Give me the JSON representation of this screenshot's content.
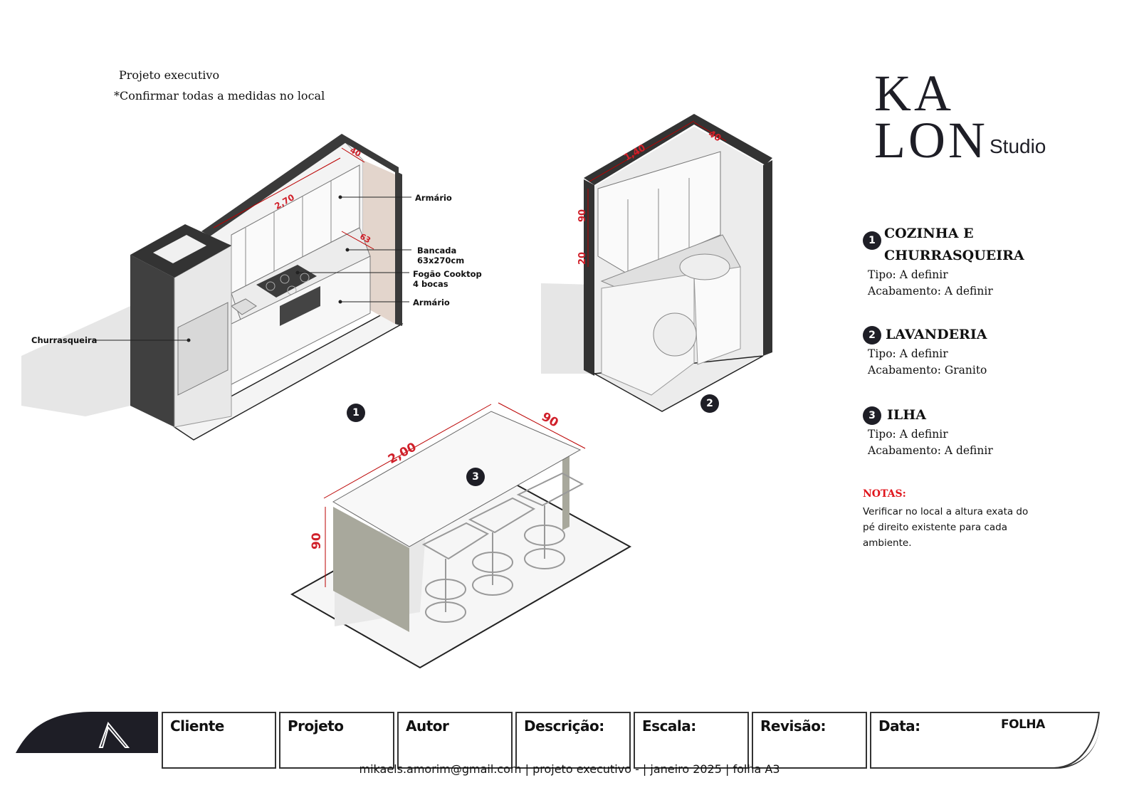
{
  "header": {
    "line1": "Projeto executivo",
    "line2": "*Confirmar todas a medidas no local"
  },
  "logo": {
    "line1": "KA",
    "line2": "LON",
    "sub": "Studio"
  },
  "sections": [
    {
      "number": "1",
      "title_line1": "COZINHA E",
      "title_line2": "CHURRASQUEIRA",
      "tipo": "Tipo: A definir",
      "acabamento": "Acabamento: A definir"
    },
    {
      "number": "2",
      "title_line1": "LAVANDERIA",
      "tipo": "Tipo: A definir",
      "acabamento": "Acabamento: Granito"
    },
    {
      "number": "3",
      "title_line1": "ILHA",
      "tipo": "Tipo: A definir",
      "acabamento": "Acabamento: A definir"
    }
  ],
  "notes": {
    "title": "NOTAS:",
    "text": "Verificar no local a altura exata do pé direito existente para cada ambiente."
  },
  "drawing1": {
    "badge": "1",
    "labels": {
      "armario_top": "Armário",
      "bancada_1": "Bancada",
      "bancada_2": "63x270cm",
      "fogao_1": "Fogão Cooktop",
      "fogao_2": "4 bocas",
      "armario_bottom": "Armário",
      "churrasqueira": "Churrasqueira"
    },
    "dims": {
      "length": "2,70",
      "depth_top": "40",
      "depth_counter": "63"
    }
  },
  "drawing2": {
    "badge": "2",
    "dims": {
      "length": "1,40",
      "depth": "40",
      "height_cab": "90",
      "gap": "20"
    }
  },
  "drawing3": {
    "badge": "3",
    "dims": {
      "length": "2,00",
      "depth": "90",
      "height": "90"
    }
  },
  "title_block": {
    "cells": [
      "Cliente",
      "Projeto",
      "Autor",
      "Descrição:",
      "Escala:",
      "Revisão:",
      "Data:"
    ],
    "folha": "FOLHA"
  },
  "footer": "mikaels.amorim@gmail.com | projeto executivo -  | janeiro 2025 | folha A3",
  "colors": {
    "accent_red": "#e0161d",
    "dark": "#1e1e26",
    "dim_red": "#d0202a"
  }
}
